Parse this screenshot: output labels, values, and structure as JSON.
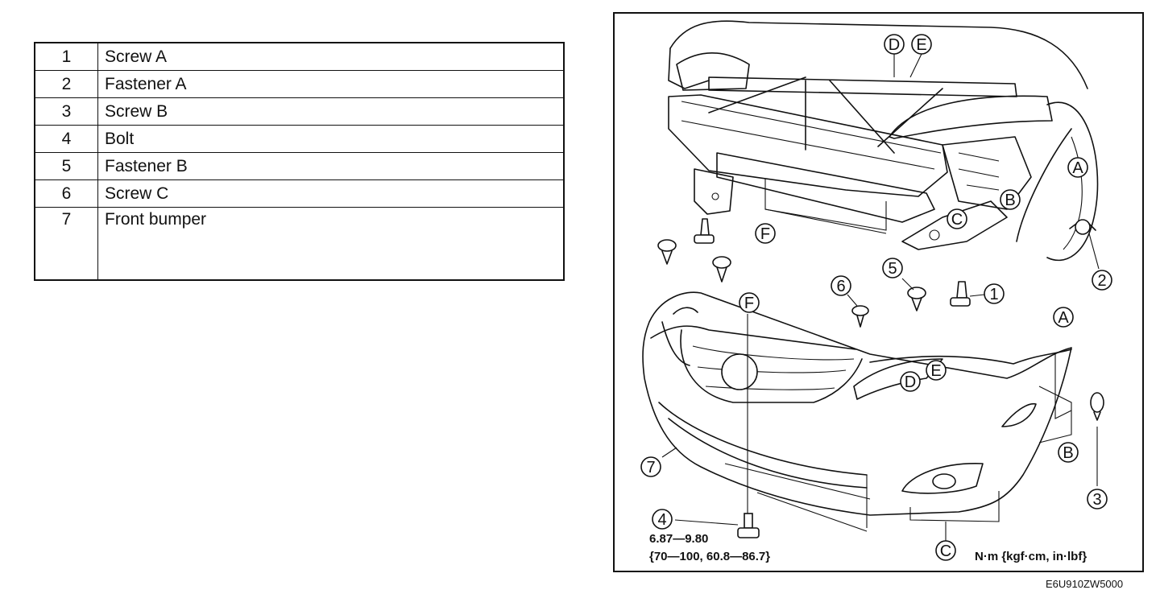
{
  "parts": [
    {
      "no": "1",
      "name": "Screw A"
    },
    {
      "no": "2",
      "name": "Fastener A"
    },
    {
      "no": "3",
      "name": "Screw B"
    },
    {
      "no": "4",
      "name": "Bolt"
    },
    {
      "no": "5",
      "name": "Fastener B"
    },
    {
      "no": "6",
      "name": "Screw C"
    },
    {
      "no": "7",
      "name": "Front bumper"
    }
  ],
  "figure": {
    "callouts": {
      "c1": "1",
      "c2": "2",
      "c3": "3",
      "c4": "4",
      "c5": "5",
      "c6": "6",
      "c7": "7"
    },
    "letters": {
      "A_top": "A",
      "B_top": "B",
      "C_top": "C",
      "D_top": "D",
      "E_top": "E",
      "F_top": "F",
      "F_mid": "F",
      "A_right": "A",
      "B_right": "B",
      "C_bottom": "C",
      "D_mid": "D",
      "E_mid": "E"
    },
    "torque_value": "6.87—9.80",
    "torque_alt": "{70—100, 60.8—86.7}",
    "torque_units": "N·m {kgf·cm, in·lbf}",
    "drawing_code": "E6U910ZW5000"
  }
}
